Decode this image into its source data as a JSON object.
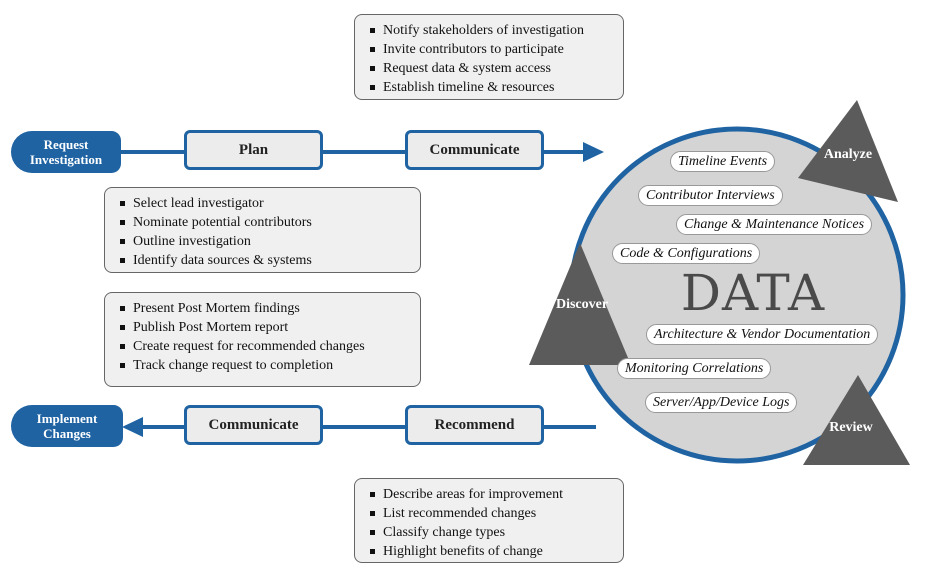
{
  "start": {
    "label": "Request Investigation"
  },
  "end": {
    "label": "Implement Changes"
  },
  "top_flow": {
    "plan": "Plan",
    "communicate": "Communicate"
  },
  "bottom_flow": {
    "recommend": "Recommend",
    "communicate": "Communicate"
  },
  "communicate_notes": [
    "Notify stakeholders of investigation",
    "Invite contributors to participate",
    "Request data & system access",
    "Establish timeline & resources"
  ],
  "plan_notes": [
    "Select lead investigator",
    "Nominate potential contributors",
    "Outline investigation",
    "Identify data sources & systems"
  ],
  "report_notes": [
    "Present Post Mortem findings",
    "Publish Post Mortem report",
    "Create request for recommended changes",
    "Track change request to completion"
  ],
  "recommend_notes": [
    "Describe areas for improvement",
    "List recommended changes",
    "Classify change types",
    "Highlight benefits of change"
  ],
  "cycle": {
    "center": "DATA",
    "phases": {
      "analyze": "Analyze",
      "discover": "Discover",
      "review": "Review"
    },
    "sources": [
      "Timeline Events",
      "Contributor Interviews",
      "Change & Maintenance Notices",
      "Code & Configurations",
      "Architecture & Vendor Documentation",
      "Monitoring Correlations",
      "Server/App/Device Logs"
    ]
  },
  "colors": {
    "blue": "#1f63a3",
    "grey_triangle": "#5b5b5b",
    "circle_fill": "#d4d4d4"
  }
}
